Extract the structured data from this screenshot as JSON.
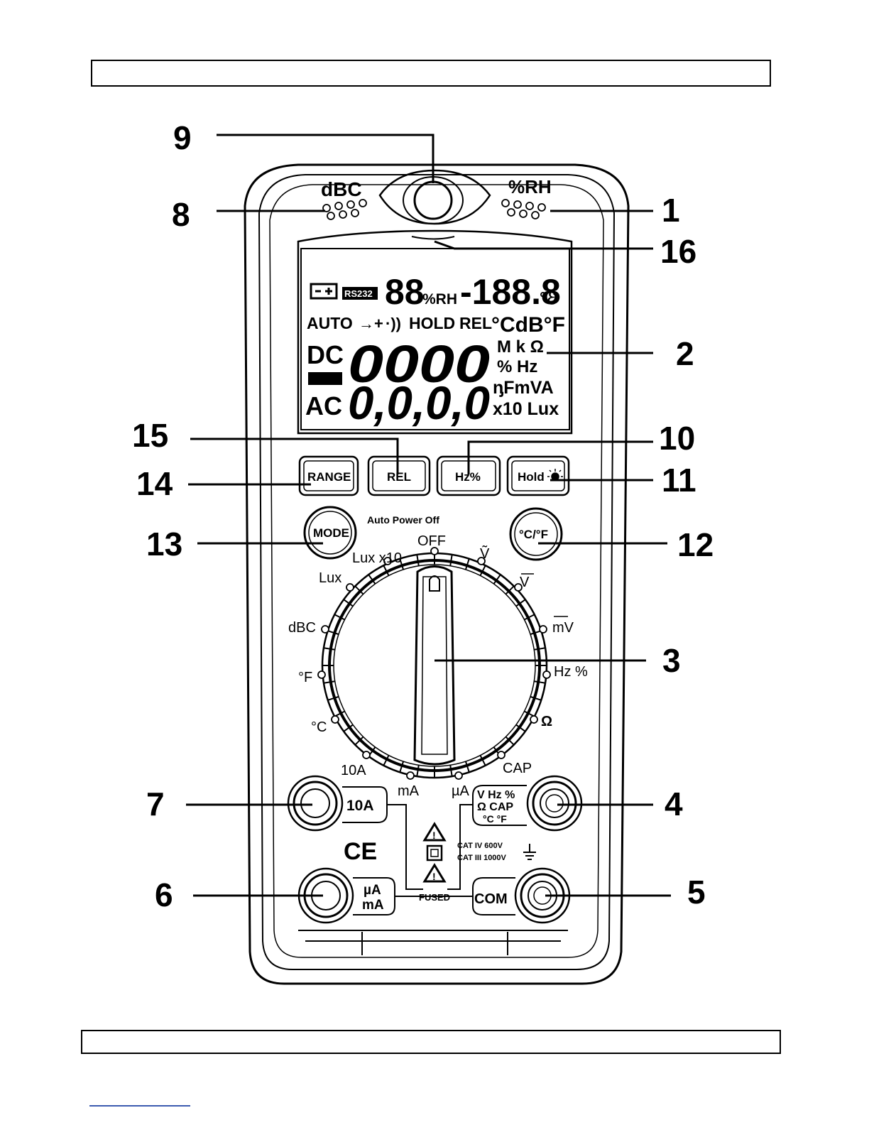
{
  "header": {
    "text": ""
  },
  "footer": {
    "text": ""
  },
  "callouts": [
    "9",
    "8",
    "1",
    "16",
    "2",
    "15",
    "10",
    "14",
    "11",
    "13",
    "12",
    "3",
    "7",
    "4",
    "6",
    "5"
  ],
  "top_labels": {
    "left_sensor": "dBC",
    "right_sensor": "%RH"
  },
  "lcd": {
    "rs232": "RS232",
    "small_digits": "88",
    "rh_unit": "%RH",
    "temp_digits": "-188.8",
    "temp_unit": "°ℰ",
    "row2": {
      "auto": "AUTO",
      "diode": "→+",
      "beep": "·))",
      "hold": "HOLD",
      "rel": "REL",
      "units": "°CdB°F"
    },
    "dc": "DC",
    "ac": "AC",
    "main_digits_top": "0000",
    "main_digits_bottom": "0,0,0,0",
    "unit_rows": [
      "M k Ω",
      "%  Hz",
      "ᶇFmVA",
      "x10 Lux"
    ]
  },
  "buttons": {
    "range": "RANGE",
    "rel": "REL",
    "hz": "Hz%",
    "hold": "Hold",
    "mode": "MODE",
    "cf": "°C/°F"
  },
  "auto_power_off": "Auto Power Off",
  "dial": {
    "off": "OFF",
    "labels": [
      "Lux x10",
      "Lux",
      "dBC",
      "°F",
      "°C",
      "10A",
      "mA",
      "µA",
      "CAP",
      "Ω",
      "Hz %",
      "mV",
      "V",
      "Ṽ"
    ]
  },
  "jacks": {
    "10a": "10A",
    "vhz": [
      "V Hz %",
      "Ω CAP",
      "°C °F"
    ],
    "uama": [
      "µA",
      "mA"
    ],
    "com": "COM",
    "fused": "FUSED",
    "cat": [
      "CAT IV 600V",
      "CAT III 1000V"
    ],
    "ce": "CE"
  }
}
